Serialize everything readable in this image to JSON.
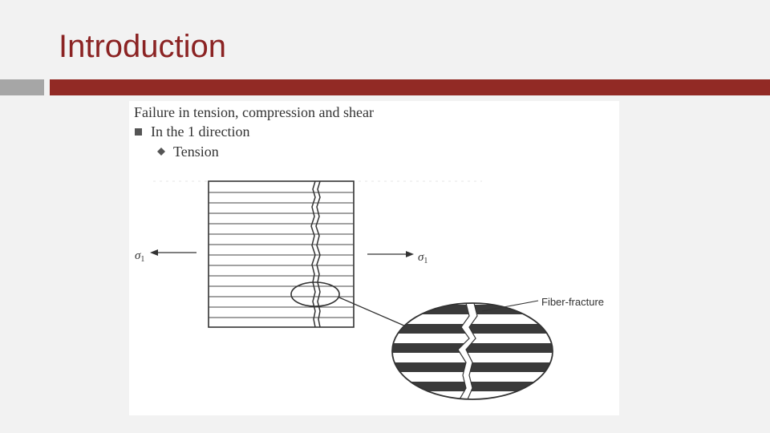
{
  "slide": {
    "title": "Introduction",
    "accent_color": "#922a25",
    "gray_bar_color": "#a6a6a6"
  },
  "figure": {
    "heading": "Failure in tension, compression and shear",
    "bullet_1": "In the 1 direction",
    "bullet_2": "Tension",
    "stress_left": "σ",
    "stress_left_sub": "1",
    "stress_right": "σ",
    "stress_right_sub": "1",
    "callout_label": "Fiber-fracture"
  }
}
